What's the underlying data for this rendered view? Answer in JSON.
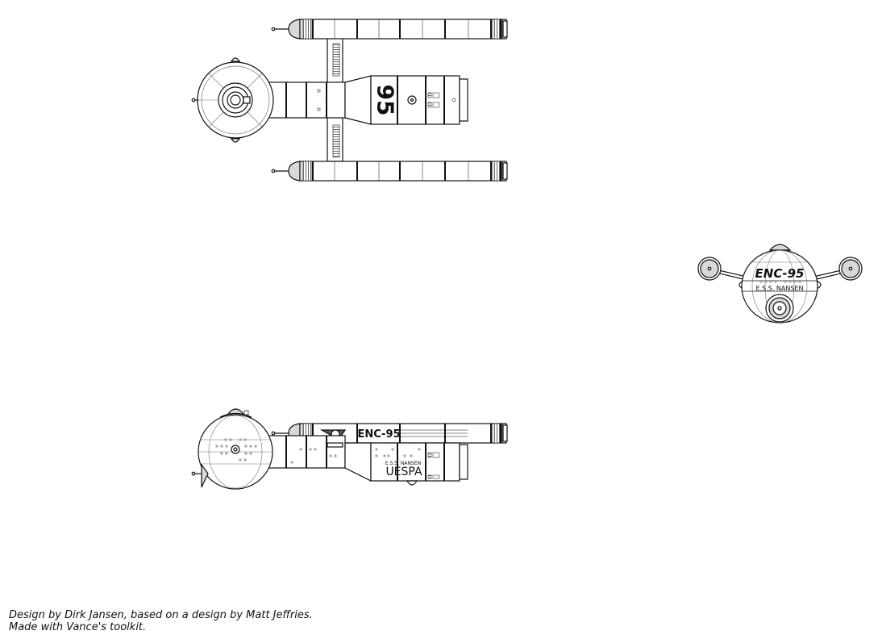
{
  "ship": {
    "registry": "ENC-95",
    "top_number": "95",
    "name": "E.S.S. NANSEN",
    "agency": "UESPA"
  },
  "credits": {
    "line1": "Design by Dirk Jansen, based on a design by Matt Jeffries.",
    "line2": "Made with Vance's toolkit."
  },
  "colors": {
    "line": "#111111",
    "fill": "#ffffff",
    "shade": "#d8d8d8",
    "hatch": "#555555"
  }
}
